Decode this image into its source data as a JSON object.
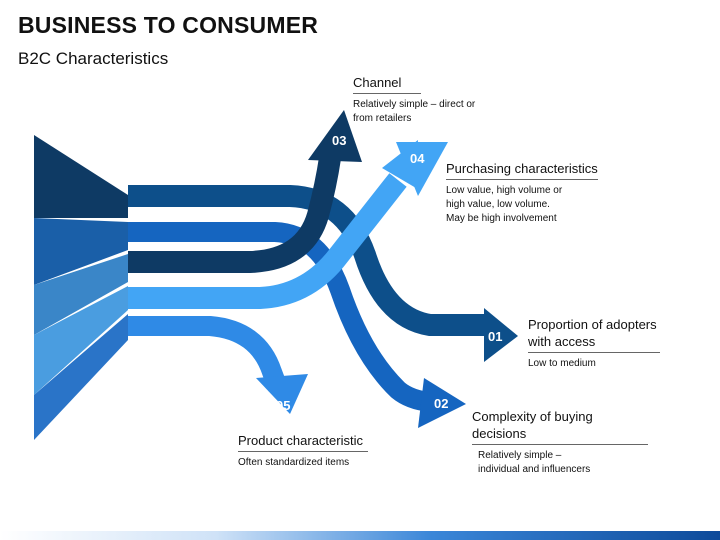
{
  "page": {
    "title": "BUSINESS TO CONSUMER",
    "subtitle": "B2C Characteristics"
  },
  "items": [
    {
      "number": "01",
      "heading_line1": "Proportion of adopters",
      "heading_line2": "with access",
      "description_line1": "Low to medium",
      "description_line2": "",
      "description_line3": "",
      "color": "#0d4f8a"
    },
    {
      "number": "02",
      "heading_line1": "Complexity of buying decisions",
      "heading_line2": "",
      "description_line1": "Relatively simple –",
      "description_line2": "individual and influencers",
      "description_line3": "",
      "color": "#1565c0"
    },
    {
      "number": "03",
      "heading_line1": "Channel",
      "heading_line2": "",
      "description_line1": "Relatively simple – direct or",
      "description_line2": "from retailers",
      "description_line3": "",
      "color": "#0e3a64"
    },
    {
      "number": "04",
      "heading_line1": "Purchasing characteristics",
      "heading_line2": "",
      "description_line1": "Low value, high volume or",
      "description_line2": "high value, low volume.",
      "description_line3": "May be high involvement",
      "color": "#3da6f0"
    },
    {
      "number": "05",
      "heading_line1": "Product characteristic",
      "heading_line2": "",
      "description_line1": "Often standardized items",
      "description_line2": "",
      "description_line3": "",
      "color": "#2f8ae6"
    }
  ],
  "colors": {
    "funnel_top": "#0e3a64",
    "funnel_2": "#1a5fa8",
    "funnel_3": "#4aa8ee",
    "funnel_4": "#3a86c8",
    "funnel_bottom": "#2a74c8"
  }
}
